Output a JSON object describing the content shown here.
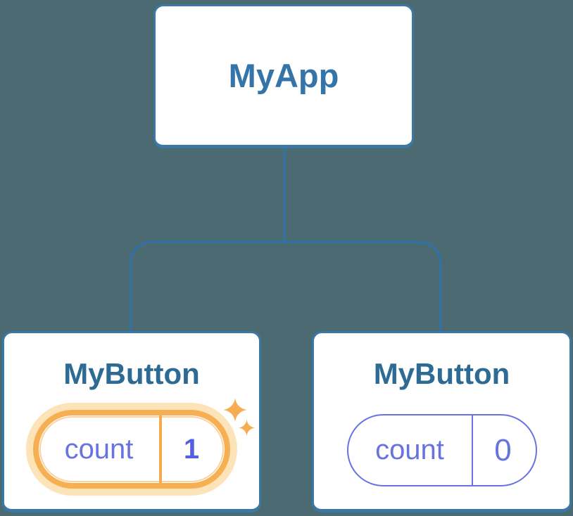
{
  "canvas": {
    "background": "#4c6a72"
  },
  "root_node": {
    "label": "MyApp"
  },
  "child_nodes": [
    {
      "label": "MyButton",
      "state_key": "count",
      "state_value": "1",
      "highlighted": true
    },
    {
      "label": "MyButton",
      "state_key": "count",
      "state_value": "0",
      "highlighted": false
    }
  ],
  "icons": {
    "sparkle_large": "sparkle-icon",
    "sparkle_small": "sparkle-icon"
  },
  "colors": {
    "background": "#4c6a72",
    "node_border": "#3b78a6",
    "connector": "#2e73a7",
    "root_label": "#3574a8",
    "child_label": "#2e6b94",
    "state_indigo": "#6873e2",
    "state_value_bold": "#5560de",
    "highlight_orange": "#f6b053",
    "highlight_glow": "#fce3b8",
    "sparkle": "#f6ad52"
  }
}
